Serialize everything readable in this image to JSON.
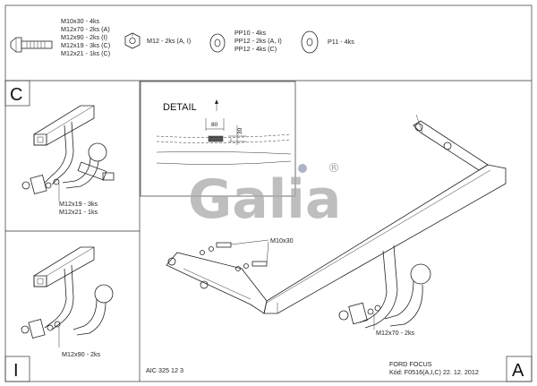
{
  "parts": {
    "bolts": [
      "M10x30 - 4ks",
      "M12x70 - 2ks (A)",
      "M12x90 - 2ks (I)",
      "M12x19 - 3ks (C)",
      "M12x21 - 1ks (C)"
    ],
    "nut": "M12 - 2ks (A, I)",
    "washers": [
      "PP10 - 4ks",
      "PP12 - 2ks (A, I)",
      "PP12 - 4ks (C)"
    ],
    "plate_washer": "P11 - 4ks"
  },
  "panel_c": {
    "letter": "C",
    "labels": [
      "M12x19 - 3ks",
      "M12x21 - 1ks"
    ]
  },
  "panel_i": {
    "letter": "I",
    "label": "M12x90 - 2ks"
  },
  "panel_a": {
    "letter": "A",
    "label_bolt": "M10x30",
    "label_main": "M12x70 - 2ks"
  },
  "detail": {
    "title": "DETAIL",
    "dim_width": "80",
    "dim_height": "30"
  },
  "logo": {
    "text": "Galia",
    "registered": "®"
  },
  "footer": {
    "code": "AIC 325 12 3",
    "model": "FORD FOCUS",
    "kod": "Kód: F0516(A,I,C)  22. 12. 2012"
  }
}
